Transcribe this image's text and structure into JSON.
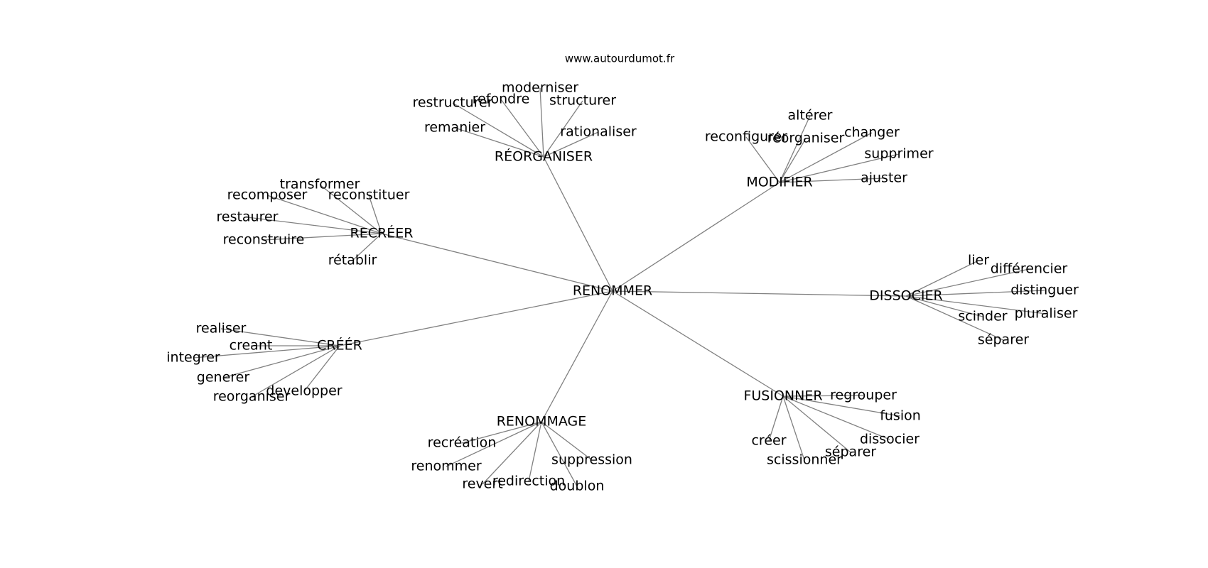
{
  "source_label": "www.autourdumot.fr",
  "graph": {
    "center": "RENOMMER",
    "branches": [
      {
        "label": "RÉORGANISER",
        "leaves": [
          "moderniser",
          "refondre",
          "restructurer",
          "structurer",
          "remanier",
          "rationaliser"
        ]
      },
      {
        "label": "MODIFIER",
        "leaves": [
          "altérer",
          "reconfigurer",
          "réorganiser",
          "changer",
          "supprimer",
          "ajuster"
        ]
      },
      {
        "label": "RECRÉER",
        "leaves": [
          "transformer",
          "recomposer",
          "reconstituer",
          "restaurer",
          "reconstruire",
          "rétablir"
        ]
      },
      {
        "label": "DISSOCIER",
        "leaves": [
          "lier",
          "différencier",
          "distinguer",
          "scinder",
          "pluraliser",
          "séparer"
        ]
      },
      {
        "label": "CRÉÉR",
        "leaves": [
          "realiser",
          "creant",
          "integrer",
          "generer",
          "reorganiser",
          "developper"
        ]
      },
      {
        "label": "FUSIONNER",
        "leaves": [
          "regrouper",
          "fusion",
          "dissocier",
          "créer",
          "scissionner",
          "séparer"
        ]
      },
      {
        "label": "RENOMMAGE",
        "leaves": [
          "recréation",
          "renommer",
          "revert",
          "redirection",
          "doublon",
          "suppression"
        ]
      }
    ]
  }
}
